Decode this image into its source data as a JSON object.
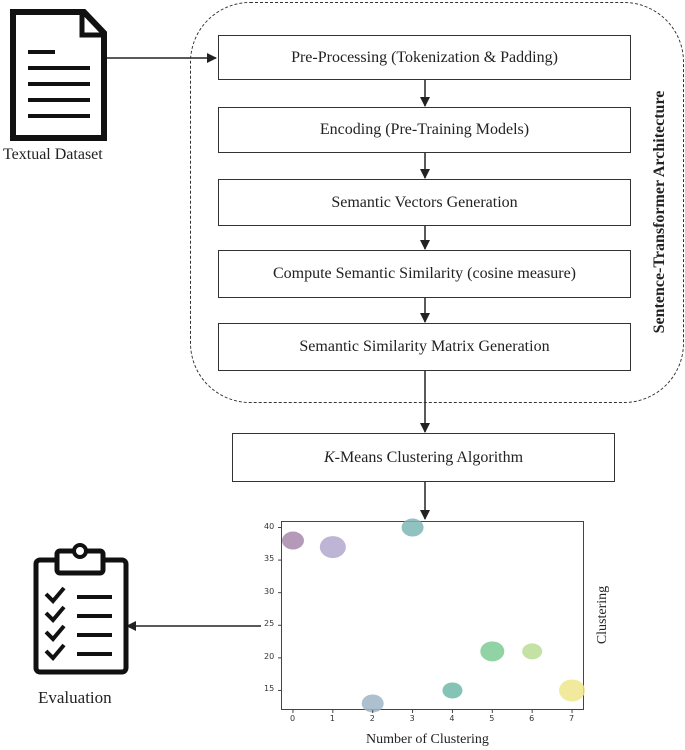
{
  "dataset": {
    "label": "Textual Dataset"
  },
  "architecture": {
    "label": "Sentence-Transformer Architecture",
    "steps": [
      "Pre-Processing (Tokenization & Padding)",
      "Encoding (Pre-Training Models)",
      "Semantic Vectors Generation",
      "Compute Semantic Similarity (cosine measure)",
      "Semantic Similarity Matrix Generation"
    ]
  },
  "kmeans": {
    "k": "K",
    "rest": "-Means Clustering Algorithm"
  },
  "evaluation": {
    "label": "Evaluation"
  },
  "chart_data": {
    "type": "scatter",
    "xlabel": "Number of Clustering",
    "ylabel": "Clustering",
    "xlim": [
      -0.3,
      7.3
    ],
    "ylim": [
      12,
      41
    ],
    "xticks": [
      0,
      1,
      2,
      3,
      4,
      5,
      6,
      7
    ],
    "yticks": [
      15,
      20,
      25,
      30,
      35,
      40
    ],
    "points": [
      {
        "x": 0,
        "y": 38,
        "size": 20,
        "color": "#a887ad"
      },
      {
        "x": 1,
        "y": 37,
        "size": 24,
        "color": "#b3a7cf"
      },
      {
        "x": 2,
        "y": 13,
        "size": 20,
        "color": "#9fb5c8"
      },
      {
        "x": 3,
        "y": 40,
        "size": 20,
        "color": "#7fb7b4"
      },
      {
        "x": 4,
        "y": 15,
        "size": 18,
        "color": "#6fb9a8"
      },
      {
        "x": 5,
        "y": 21,
        "size": 22,
        "color": "#7ecb95"
      },
      {
        "x": 6,
        "y": 21,
        "size": 18,
        "color": "#b9dd93"
      },
      {
        "x": 7,
        "y": 15,
        "size": 24,
        "color": "#eee58a"
      }
    ]
  }
}
